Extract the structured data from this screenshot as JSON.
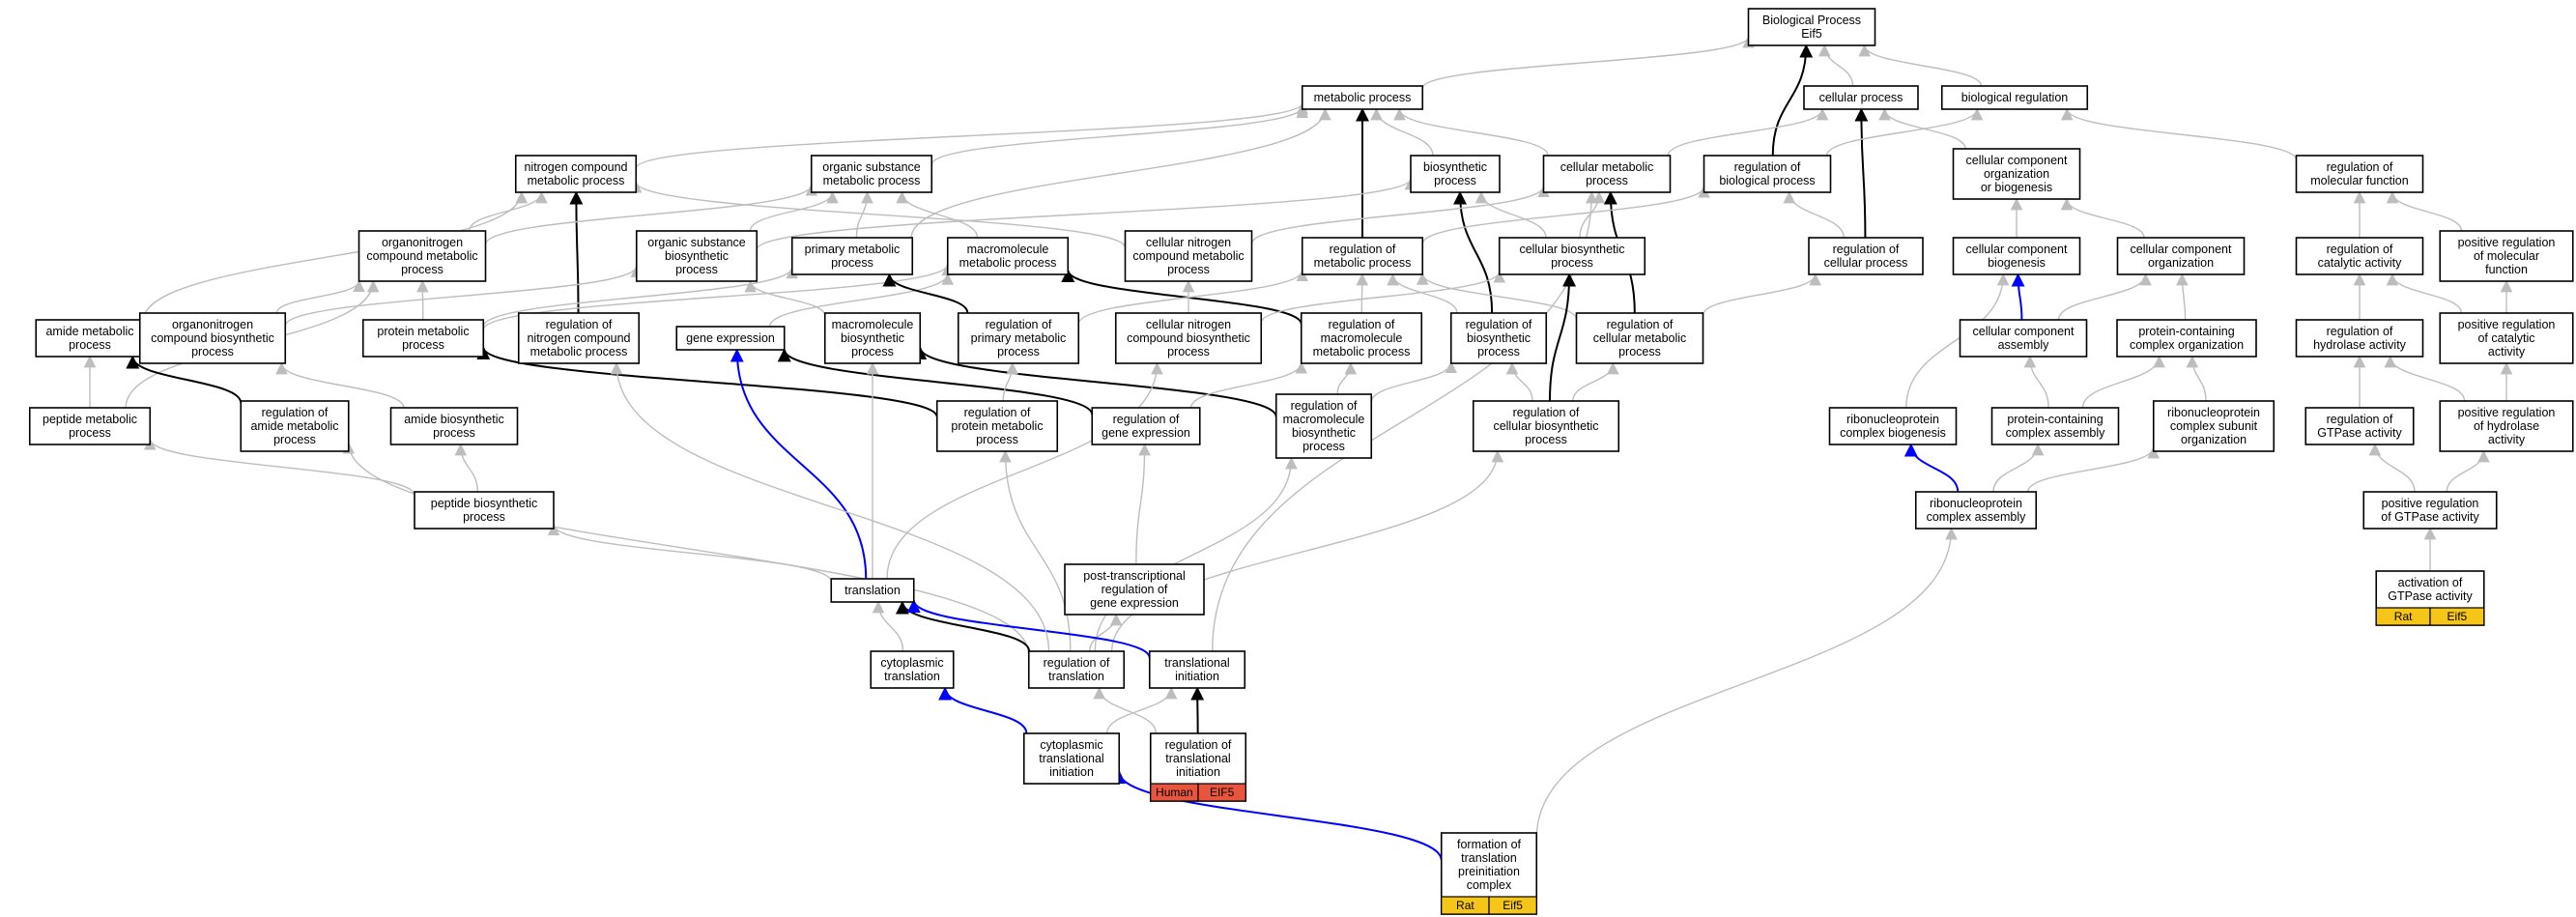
{
  "colors": {
    "gray": "#bdbdbd",
    "black": "#000000",
    "blue": "#0000ff",
    "rat_tag": "#f5c518",
    "human_tag": "#e8553f"
  },
  "nodes": [
    {
      "id": "bp",
      "lines": [
        "Biological Process",
        "Eif5"
      ]
    },
    {
      "id": "metabolic",
      "lines": [
        "metabolic process"
      ]
    },
    {
      "id": "cellular",
      "lines": [
        "cellular process"
      ]
    },
    {
      "id": "bioreg",
      "lines": [
        "biological regulation"
      ]
    },
    {
      "id": "nitro_comp",
      "lines": [
        "nitrogen compound",
        "metabolic process"
      ]
    },
    {
      "id": "org_sub",
      "lines": [
        "organic substance",
        "metabolic process"
      ]
    },
    {
      "id": "biosyn",
      "lines": [
        "biosynthetic",
        "process"
      ]
    },
    {
      "id": "cell_met",
      "lines": [
        "cellular metabolic",
        "process"
      ]
    },
    {
      "id": "reg_bio",
      "lines": [
        "regulation of",
        "biological process"
      ]
    },
    {
      "id": "ccob",
      "lines": [
        "cellular component",
        "organization",
        "or biogenesis"
      ]
    },
    {
      "id": "reg_mol",
      "lines": [
        "regulation of",
        "molecular function"
      ]
    },
    {
      "id": "orgnitro",
      "lines": [
        "organonitrogen",
        "compound metabolic",
        "process"
      ]
    },
    {
      "id": "org_sub_bio",
      "lines": [
        "organic substance",
        "biosynthetic",
        "process"
      ]
    },
    {
      "id": "prim_met",
      "lines": [
        "primary metabolic",
        "process"
      ]
    },
    {
      "id": "macro_met",
      "lines": [
        "macromolecule",
        "metabolic process"
      ]
    },
    {
      "id": "cell_nitro",
      "lines": [
        "cellular nitrogen",
        "compound metabolic",
        "process"
      ]
    },
    {
      "id": "reg_met",
      "lines": [
        "regulation of",
        "metabolic process"
      ]
    },
    {
      "id": "cell_bio",
      "lines": [
        "cellular biosynthetic",
        "process"
      ]
    },
    {
      "id": "reg_cell",
      "lines": [
        "regulation of",
        "cellular process"
      ]
    },
    {
      "id": "cc_biog",
      "lines": [
        "cellular component",
        "biogenesis"
      ]
    },
    {
      "id": "cc_org",
      "lines": [
        "cellular component",
        "organization"
      ]
    },
    {
      "id": "reg_cat",
      "lines": [
        "regulation of",
        "catalytic activity"
      ]
    },
    {
      "id": "pos_mol",
      "lines": [
        "positive regulation",
        "of molecular",
        "function"
      ]
    },
    {
      "id": "amide_met",
      "lines": [
        "amide metabolic",
        "process"
      ]
    },
    {
      "id": "orgnitro_bio",
      "lines": [
        "organonitrogen",
        "compound biosynthetic",
        "process"
      ]
    },
    {
      "id": "prot_met",
      "lines": [
        "protein metabolic",
        "process"
      ]
    },
    {
      "id": "reg_nitro",
      "lines": [
        "regulation of",
        "nitrogen compound",
        "metabolic process"
      ]
    },
    {
      "id": "gene_exp",
      "lines": [
        "gene expression"
      ]
    },
    {
      "id": "macro_bio",
      "lines": [
        "macromolecule",
        "biosynthetic",
        "process"
      ]
    },
    {
      "id": "reg_prim",
      "lines": [
        "regulation of",
        "primary metabolic",
        "process"
      ]
    },
    {
      "id": "cell_nitro_bio",
      "lines": [
        "cellular nitrogen",
        "compound biosynthetic",
        "process"
      ]
    },
    {
      "id": "reg_macro_met",
      "lines": [
        "regulation of",
        "macromolecule",
        "metabolic process"
      ]
    },
    {
      "id": "reg_biosyn",
      "lines": [
        "regulation of",
        "biosynthetic",
        "process"
      ]
    },
    {
      "id": "reg_cell_met",
      "lines": [
        "regulation of",
        "cellular metabolic",
        "process"
      ]
    },
    {
      "id": "cc_assembly",
      "lines": [
        "cellular component",
        "assembly"
      ]
    },
    {
      "id": "pcc_org",
      "lines": [
        "protein-containing",
        "complex organization"
      ]
    },
    {
      "id": "reg_hyd",
      "lines": [
        "regulation of",
        "hydrolase activity"
      ]
    },
    {
      "id": "pos_cat",
      "lines": [
        "positive regulation",
        "of catalytic",
        "activity"
      ]
    },
    {
      "id": "pep_met",
      "lines": [
        "peptide metabolic",
        "process"
      ]
    },
    {
      "id": "reg_amide",
      "lines": [
        "regulation of",
        "amide metabolic",
        "process"
      ]
    },
    {
      "id": "amide_bio",
      "lines": [
        "amide biosynthetic",
        "process"
      ]
    },
    {
      "id": "reg_prot",
      "lines": [
        "regulation of",
        "protein metabolic",
        "process"
      ]
    },
    {
      "id": "reg_gene",
      "lines": [
        "regulation of",
        "gene expression"
      ]
    },
    {
      "id": "reg_macro_bio",
      "lines": [
        "regulation of",
        "macromolecule",
        "biosynthetic",
        "process"
      ]
    },
    {
      "id": "reg_cell_bio",
      "lines": [
        "regulation of",
        "cellular biosynthetic",
        "process"
      ]
    },
    {
      "id": "rnp_biog",
      "lines": [
        "ribonucleoprotein",
        "complex biogenesis"
      ]
    },
    {
      "id": "pcc_assembly",
      "lines": [
        "protein-containing",
        "complex assembly"
      ]
    },
    {
      "id": "rnp_sub",
      "lines": [
        "ribonucleoprotein",
        "complex subunit",
        "organization"
      ]
    },
    {
      "id": "reg_gtpase",
      "lines": [
        "regulation of",
        "GTPase activity"
      ]
    },
    {
      "id": "pos_hyd",
      "lines": [
        "positive regulation",
        "of hydrolase",
        "activity"
      ]
    },
    {
      "id": "pep_bio",
      "lines": [
        "peptide biosynthetic",
        "process"
      ]
    },
    {
      "id": "rnp_assembly",
      "lines": [
        "ribonucleoprotein",
        "complex assembly"
      ]
    },
    {
      "id": "pos_gtpase",
      "lines": [
        "positive regulation",
        "of GTPase activity"
      ]
    },
    {
      "id": "ptrans",
      "lines": [
        "post-transcriptional",
        "regulation of",
        "gene expression"
      ]
    },
    {
      "id": "act_gtpase",
      "lines": [
        "activation of",
        "GTPase activity"
      ],
      "tags": [
        "Rat",
        "Eif5"
      ],
      "tag_color": "#f5c518"
    },
    {
      "id": "translation",
      "lines": [
        "translation"
      ]
    },
    {
      "id": "cyto_trans",
      "lines": [
        "cytoplasmic",
        "translation"
      ]
    },
    {
      "id": "reg_trans",
      "lines": [
        "regulation of",
        "translation"
      ]
    },
    {
      "id": "trans_init",
      "lines": [
        "translational",
        "initiation"
      ]
    },
    {
      "id": "reg_trans_init",
      "lines": [
        "regulation of",
        "translational",
        "initiation"
      ],
      "tags": [
        "Human",
        "EIF5"
      ],
      "tag_color": "#e8553f"
    },
    {
      "id": "cyto_trans_init",
      "lines": [
        "cytoplasmic",
        "translational",
        "initiation"
      ]
    },
    {
      "id": "form_pic",
      "lines": [
        "formation of",
        "translation",
        "preinitiation",
        "complex"
      ],
      "tags": [
        "Rat",
        "Eif5"
      ],
      "tag_color": "#f5c518"
    }
  ],
  "edges": [
    {
      "from": "metabolic",
      "to": "bp",
      "kind": "gray"
    },
    {
      "from": "cellular",
      "to": "bp",
      "kind": "gray"
    },
    {
      "from": "bioreg",
      "to": "bp",
      "kind": "gray"
    },
    {
      "from": "reg_bio",
      "to": "bp",
      "kind": "black"
    },
    {
      "from": "nitro_comp",
      "to": "metabolic",
      "kind": "gray"
    },
    {
      "from": "org_sub",
      "to": "metabolic",
      "kind": "gray"
    },
    {
      "from": "biosyn",
      "to": "metabolic",
      "kind": "gray"
    },
    {
      "from": "cell_met",
      "to": "metabolic",
      "kind": "gray"
    },
    {
      "from": "reg_met",
      "to": "metabolic",
      "kind": "black"
    },
    {
      "from": "prim_met",
      "to": "metabolic",
      "kind": "gray"
    },
    {
      "from": "cell_met",
      "to": "cellular",
      "kind": "gray"
    },
    {
      "from": "ccob",
      "to": "cellular",
      "kind": "gray"
    },
    {
      "from": "reg_cell",
      "to": "cellular",
      "kind": "black"
    },
    {
      "from": "reg_bio",
      "to": "bioreg",
      "kind": "gray"
    },
    {
      "from": "reg_mol",
      "to": "bioreg",
      "kind": "gray"
    },
    {
      "from": "orgnitro",
      "to": "nitro_comp",
      "kind": "gray"
    },
    {
      "from": "reg_nitro",
      "to": "nitro_comp",
      "kind": "black"
    },
    {
      "from": "cell_nitro",
      "to": "nitro_comp",
      "kind": "gray"
    },
    {
      "from": "amide_met",
      "to": "nitro_comp",
      "kind": "gray"
    },
    {
      "from": "orgnitro",
      "to": "org_sub",
      "kind": "gray"
    },
    {
      "from": "org_sub_bio",
      "to": "org_sub",
      "kind": "gray"
    },
    {
      "from": "macro_met",
      "to": "org_sub",
      "kind": "gray"
    },
    {
      "from": "prim_met",
      "to": "org_sub",
      "kind": "gray"
    },
    {
      "from": "org_sub_bio",
      "to": "biosyn",
      "kind": "gray"
    },
    {
      "from": "cell_bio",
      "to": "biosyn",
      "kind": "gray"
    },
    {
      "from": "reg_biosyn",
      "to": "biosyn",
      "kind": "black"
    },
    {
      "from": "cell_nitro",
      "to": "cell_met",
      "kind": "gray"
    },
    {
      "from": "cell_bio",
      "to": "cell_met",
      "kind": "gray"
    },
    {
      "from": "reg_cell_met",
      "to": "cell_met",
      "kind": "black"
    },
    {
      "from": "trans_init",
      "to": "cell_met",
      "kind": "gray"
    },
    {
      "from": "reg_met",
      "to": "reg_bio",
      "kind": "gray"
    },
    {
      "from": "reg_cell",
      "to": "reg_bio",
      "kind": "gray"
    },
    {
      "from": "cc_biog",
      "to": "ccob",
      "kind": "gray"
    },
    {
      "from": "cc_org",
      "to": "ccob",
      "kind": "gray"
    },
    {
      "from": "reg_cat",
      "to": "reg_mol",
      "kind": "gray"
    },
    {
      "from": "pos_mol",
      "to": "reg_mol",
      "kind": "gray"
    },
    {
      "from": "prot_met",
      "to": "orgnitro",
      "kind": "gray"
    },
    {
      "from": "orgnitro_bio",
      "to": "orgnitro",
      "kind": "gray"
    },
    {
      "from": "pep_met",
      "to": "orgnitro",
      "kind": "gray"
    },
    {
      "from": "orgnitro_bio",
      "to": "org_sub_bio",
      "kind": "gray"
    },
    {
      "from": "macro_bio",
      "to": "org_sub_bio",
      "kind": "gray"
    },
    {
      "from": "prot_met",
      "to": "macro_met",
      "kind": "gray"
    },
    {
      "from": "gene_exp",
      "to": "macro_met",
      "kind": "gray"
    },
    {
      "from": "reg_prim",
      "to": "prim_met",
      "kind": "black"
    },
    {
      "from": "prot_met",
      "to": "prim_met",
      "kind": "gray"
    },
    {
      "from": "reg_macro_met",
      "to": "macro_met",
      "kind": "black"
    },
    {
      "from": "cell_nitro_bio",
      "to": "cell_nitro",
      "kind": "gray"
    },
    {
      "from": "reg_macro_met",
      "to": "reg_met",
      "kind": "gray"
    },
    {
      "from": "reg_biosyn",
      "to": "reg_met",
      "kind": "gray"
    },
    {
      "from": "reg_prim",
      "to": "reg_met",
      "kind": "gray"
    },
    {
      "from": "reg_cell_met",
      "to": "reg_met",
      "kind": "gray"
    },
    {
      "from": "reg_cell_bio",
      "to": "cell_bio",
      "kind": "black"
    },
    {
      "from": "cell_nitro_bio",
      "to": "cell_bio",
      "kind": "gray"
    },
    {
      "from": "reg_cell_met",
      "to": "reg_cell",
      "kind": "gray"
    },
    {
      "from": "cc_assembly",
      "to": "cc_biog",
      "kind": "blue"
    },
    {
      "from": "cc_assembly",
      "to": "cc_org",
      "kind": "gray"
    },
    {
      "from": "pcc_org",
      "to": "cc_org",
      "kind": "gray"
    },
    {
      "from": "rnp_biog",
      "to": "cc_biog",
      "kind": "gray"
    },
    {
      "from": "reg_hyd",
      "to": "reg_cat",
      "kind": "gray"
    },
    {
      "from": "pos_cat",
      "to": "reg_cat",
      "kind": "gray"
    },
    {
      "from": "pos_cat",
      "to": "pos_mol",
      "kind": "gray"
    },
    {
      "from": "reg_amide",
      "to": "amide_met",
      "kind": "black"
    },
    {
      "from": "pep_met",
      "to": "amide_met",
      "kind": "gray"
    },
    {
      "from": "reg_prot",
      "to": "prot_met",
      "kind": "black"
    },
    {
      "from": "reg_gene",
      "to": "gene_exp",
      "kind": "black"
    },
    {
      "from": "translation",
      "to": "gene_exp",
      "kind": "blue"
    },
    {
      "from": "translation",
      "to": "macro_bio",
      "kind": "gray"
    },
    {
      "from": "reg_macro_bio",
      "to": "macro_bio",
      "kind": "black"
    },
    {
      "from": "reg_prot",
      "to": "reg_prim",
      "kind": "gray"
    },
    {
      "from": "translation",
      "to": "cell_nitro_bio",
      "kind": "gray"
    },
    {
      "from": "reg_gene",
      "to": "reg_macro_met",
      "kind": "gray"
    },
    {
      "from": "reg_macro_bio",
      "to": "reg_macro_met",
      "kind": "gray"
    },
    {
      "from": "reg_macro_bio",
      "to": "reg_biosyn",
      "kind": "gray"
    },
    {
      "from": "reg_cell_bio",
      "to": "reg_biosyn",
      "kind": "gray"
    },
    {
      "from": "reg_cell_bio",
      "to": "reg_cell_met",
      "kind": "gray"
    },
    {
      "from": "pcc_assembly",
      "to": "cc_assembly",
      "kind": "gray"
    },
    {
      "from": "pcc_assembly",
      "to": "pcc_org",
      "kind": "gray"
    },
    {
      "from": "rnp_sub",
      "to": "pcc_org",
      "kind": "gray"
    },
    {
      "from": "reg_gtpase",
      "to": "reg_hyd",
      "kind": "gray"
    },
    {
      "from": "pos_hyd",
      "to": "reg_hyd",
      "kind": "gray"
    },
    {
      "from": "pos_hyd",
      "to": "pos_cat",
      "kind": "gray"
    },
    {
      "from": "pep_bio",
      "to": "pep_met",
      "kind": "gray"
    },
    {
      "from": "pep_bio",
      "to": "amide_bio",
      "kind": "gray"
    },
    {
      "from": "reg_trans",
      "to": "reg_amide",
      "kind": "gray"
    },
    {
      "from": "amide_bio",
      "to": "orgnitro_bio",
      "kind": "gray"
    },
    {
      "from": "reg_trans",
      "to": "reg_prot",
      "kind": "gray"
    },
    {
      "from": "ptrans",
      "to": "reg_gene",
      "kind": "gray"
    },
    {
      "from": "reg_trans",
      "to": "reg_macro_bio",
      "kind": "gray"
    },
    {
      "from": "reg_trans",
      "to": "reg_cell_bio",
      "kind": "gray"
    },
    {
      "from": "rnp_assembly",
      "to": "rnp_biog",
      "kind": "blue"
    },
    {
      "from": "rnp_assembly",
      "to": "pcc_assembly",
      "kind": "gray"
    },
    {
      "from": "rnp_assembly",
      "to": "rnp_sub",
      "kind": "gray"
    },
    {
      "from": "pos_gtpase",
      "to": "reg_gtpase",
      "kind": "gray"
    },
    {
      "from": "pos_gtpase",
      "to": "pos_hyd",
      "kind": "gray"
    },
    {
      "from": "translation",
      "to": "pep_bio",
      "kind": "gray"
    },
    {
      "from": "act_gtpase",
      "to": "pos_gtpase",
      "kind": "gray"
    },
    {
      "from": "reg_trans",
      "to": "ptrans",
      "kind": "gray"
    },
    {
      "from": "reg_trans",
      "to": "translation",
      "kind": "black"
    },
    {
      "from": "cyto_trans",
      "to": "translation",
      "kind": "gray"
    },
    {
      "from": "trans_init",
      "to": "translation",
      "kind": "blue"
    },
    {
      "from": "cyto_trans_init",
      "to": "cyto_trans",
      "kind": "blue"
    },
    {
      "from": "reg_trans_init",
      "to": "reg_trans",
      "kind": "gray"
    },
    {
      "from": "reg_trans_init",
      "to": "trans_init",
      "kind": "black"
    },
    {
      "from": "cyto_trans_init",
      "to": "trans_init",
      "kind": "gray"
    },
    {
      "from": "form_pic",
      "to": "cyto_trans_init",
      "kind": "blue"
    },
    {
      "from": "form_pic",
      "to": "rnp_assembly",
      "kind": "gray"
    },
    {
      "from": "reg_trans",
      "to": "reg_nitro",
      "kind": "gray"
    }
  ]
}
